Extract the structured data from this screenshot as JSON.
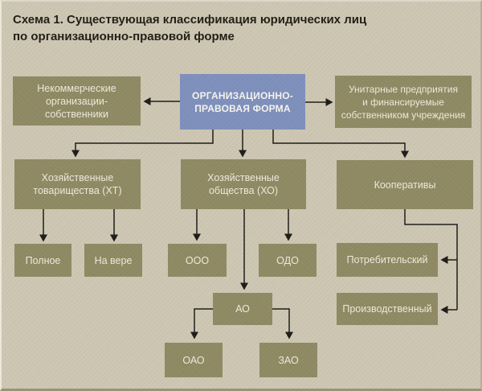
{
  "title": "Схема 1. Существующая классификация юридических лиц\nпо организационно-правовой форме",
  "nodes": {
    "root": "ОРГАНИЗАЦИОННО-\nПРАВОВАЯ ФОРМА",
    "noncommercial": "Некоммерческие\nорганизации-\nсобственники",
    "unitary": "Унитарные предприятия\nи финансируемые\nсобственником учреждения",
    "partnerships": "Хозяйственные\nтоварищества (ХТ)",
    "companies": "Хозяйственные\nобщества (ХО)",
    "cooperatives": "Кооперативы",
    "full_partnership": "Полное",
    "na_vere": "На вере",
    "ooo": "ООО",
    "odo": "ОДО",
    "consumer": "Потребительский",
    "production": "Производственный",
    "ao": "АО",
    "oao": "ОАО",
    "zao": "ЗАО"
  },
  "colors": {
    "background": "#cdc6b2",
    "box_olive": "#8e8962",
    "box_blue": "#7d8fbc",
    "box_text": "#edeadb",
    "line": "#1c1a15",
    "title_text": "#1f1c15"
  }
}
